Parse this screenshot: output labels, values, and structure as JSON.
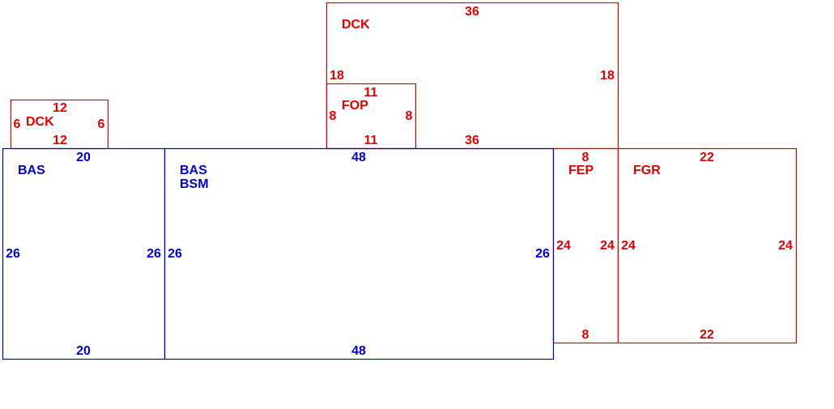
{
  "colors": {
    "building": "#0000cc",
    "other": "#dd0000",
    "background": "#ffffff"
  },
  "areas": [
    {
      "id": "dck-small",
      "group": "other",
      "labels": [
        "DCK"
      ],
      "dimensions": {
        "top": "12",
        "bottom": "12",
        "left": "6",
        "right": "6"
      }
    },
    {
      "id": "bas-left",
      "group": "building",
      "labels": [
        "BAS"
      ],
      "dimensions": {
        "top": "20",
        "bottom": "20",
        "left": "26",
        "right": "26"
      }
    },
    {
      "id": "bas-bsm",
      "group": "building",
      "labels": [
        "BAS",
        "BSM"
      ],
      "dimensions": {
        "top": "48",
        "bottom": "48",
        "left": "26",
        "right": "26"
      }
    },
    {
      "id": "dck-large",
      "group": "other",
      "labels": [
        "DCK"
      ],
      "dimensions": {
        "top": "36",
        "bottom": "36",
        "left": "18",
        "right": "18"
      }
    },
    {
      "id": "fop",
      "group": "other",
      "labels": [
        "FOP"
      ],
      "dimensions": {
        "top": "11",
        "bottom": "11",
        "left": "8",
        "right": "8"
      }
    },
    {
      "id": "fep",
      "group": "other",
      "labels": [
        "FEP"
      ],
      "dimensions": {
        "top": "8",
        "bottom": "8",
        "left": "24",
        "right": "24"
      }
    },
    {
      "id": "fgr",
      "group": "other",
      "labels": [
        "FGR"
      ],
      "dimensions": {
        "top": "22",
        "bottom": "22",
        "left": "24",
        "right": "24"
      }
    }
  ]
}
